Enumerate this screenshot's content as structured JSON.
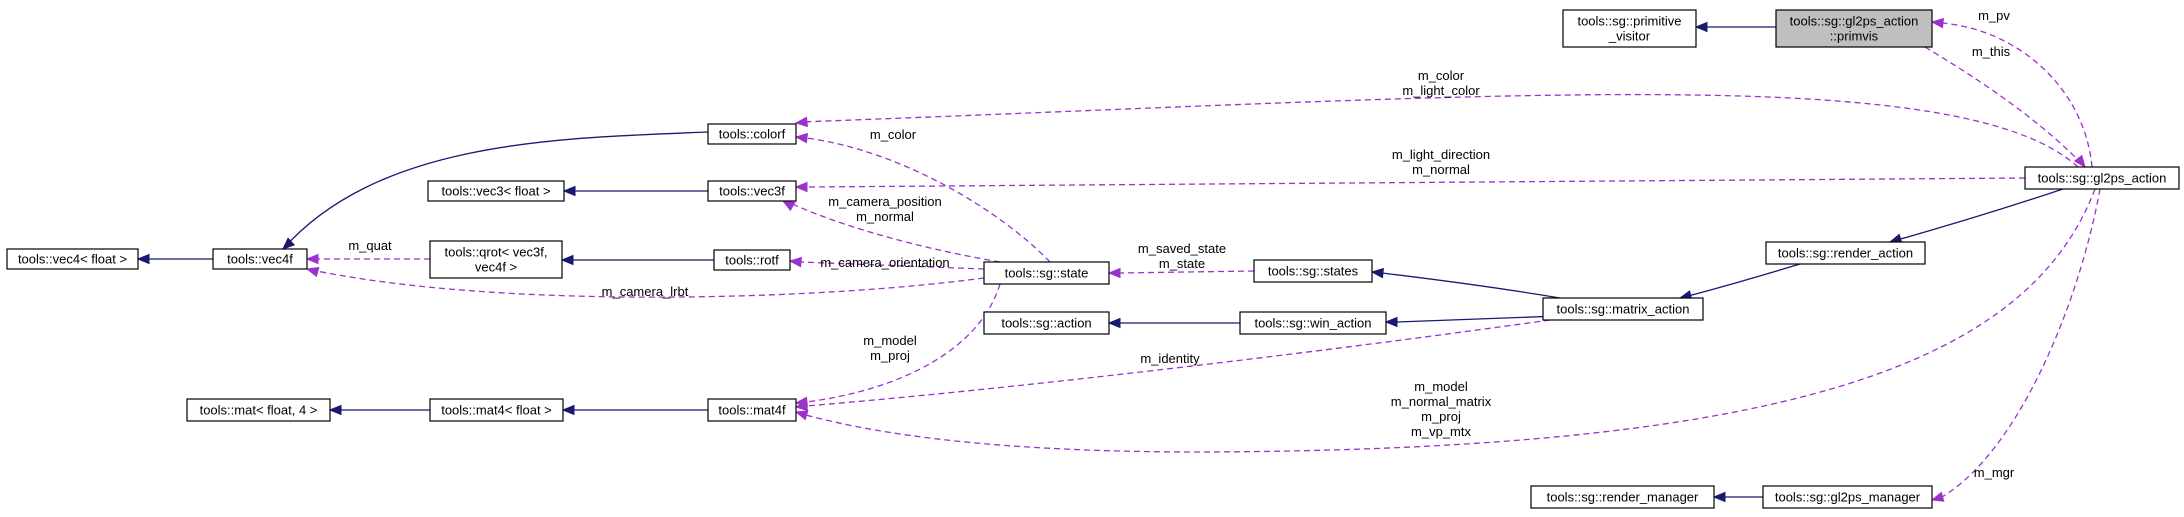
{
  "nodes": [
    {
      "id": "gl2ps_primvis",
      "lines": [
        "tools::sg::gl2ps_action",
        "::primvis"
      ],
      "focus": true
    },
    {
      "id": "primitive_visitor",
      "lines": [
        "tools::sg::primitive",
        "_visitor"
      ]
    },
    {
      "id": "colorf",
      "lines": [
        "tools::colorf"
      ]
    },
    {
      "id": "vec3float",
      "lines": [
        "tools::vec3< float >"
      ]
    },
    {
      "id": "vec3f",
      "lines": [
        "tools::vec3f"
      ]
    },
    {
      "id": "vec4float",
      "lines": [
        "tools::vec4< float >"
      ]
    },
    {
      "id": "vec4f",
      "lines": [
        "tools::vec4f"
      ]
    },
    {
      "id": "qrot",
      "lines": [
        "tools::qrot< vec3f,",
        "vec4f >"
      ]
    },
    {
      "id": "rotf",
      "lines": [
        "tools::rotf"
      ]
    },
    {
      "id": "state",
      "lines": [
        "tools::sg::state"
      ]
    },
    {
      "id": "states",
      "lines": [
        "tools::sg::states"
      ]
    },
    {
      "id": "gl2ps_action",
      "lines": [
        "tools::sg::gl2ps_action"
      ]
    },
    {
      "id": "render_action",
      "lines": [
        "tools::sg::render_action"
      ]
    },
    {
      "id": "matrix_action",
      "lines": [
        "tools::sg::matrix_action"
      ]
    },
    {
      "id": "sg_action",
      "lines": [
        "tools::sg::action"
      ]
    },
    {
      "id": "win_action",
      "lines": [
        "tools::sg::win_action"
      ]
    },
    {
      "id": "mat_float4",
      "lines": [
        "tools::mat< float, 4 >"
      ]
    },
    {
      "id": "mat4float",
      "lines": [
        "tools::mat4< float >"
      ]
    },
    {
      "id": "mat4f",
      "lines": [
        "tools::mat4f"
      ]
    },
    {
      "id": "render_manager",
      "lines": [
        "tools::sg::render_manager"
      ]
    },
    {
      "id": "gl2ps_manager",
      "lines": [
        "tools::sg::gl2ps_manager"
      ]
    }
  ],
  "edge_labels": [
    {
      "id": "m_pv",
      "lines": [
        "m_pv"
      ]
    },
    {
      "id": "m_this",
      "lines": [
        "m_this"
      ]
    },
    {
      "id": "m_color_light",
      "lines": [
        "m_color",
        "m_light_color"
      ]
    },
    {
      "id": "m_color",
      "lines": [
        "m_color"
      ]
    },
    {
      "id": "m_light_direction",
      "lines": [
        "m_light_direction",
        "m_normal"
      ]
    },
    {
      "id": "m_camera_position",
      "lines": [
        "m_camera_position",
        "m_normal"
      ]
    },
    {
      "id": "m_quat",
      "lines": [
        "m_quat"
      ]
    },
    {
      "id": "m_camera_orientation",
      "lines": [
        "m_camera_orientation"
      ]
    },
    {
      "id": "m_saved_state",
      "lines": [
        "m_saved_state",
        "m_state"
      ]
    },
    {
      "id": "m_camera_lrbt",
      "lines": [
        "m_camera_lrbt"
      ]
    },
    {
      "id": "m_model_proj",
      "lines": [
        "m_model",
        "m_proj"
      ]
    },
    {
      "id": "m_identity",
      "lines": [
        "m_identity"
      ]
    },
    {
      "id": "m_model_matrix",
      "lines": [
        "m_model",
        "m_normal_matrix",
        "m_proj",
        "m_vp_mtx"
      ]
    },
    {
      "id": "m_mgr",
      "lines": [
        "m_mgr"
      ]
    }
  ],
  "colors": {
    "inheritance": "#191970",
    "member": "#9a32cd",
    "focus_fill": "#bfbfbf"
  }
}
